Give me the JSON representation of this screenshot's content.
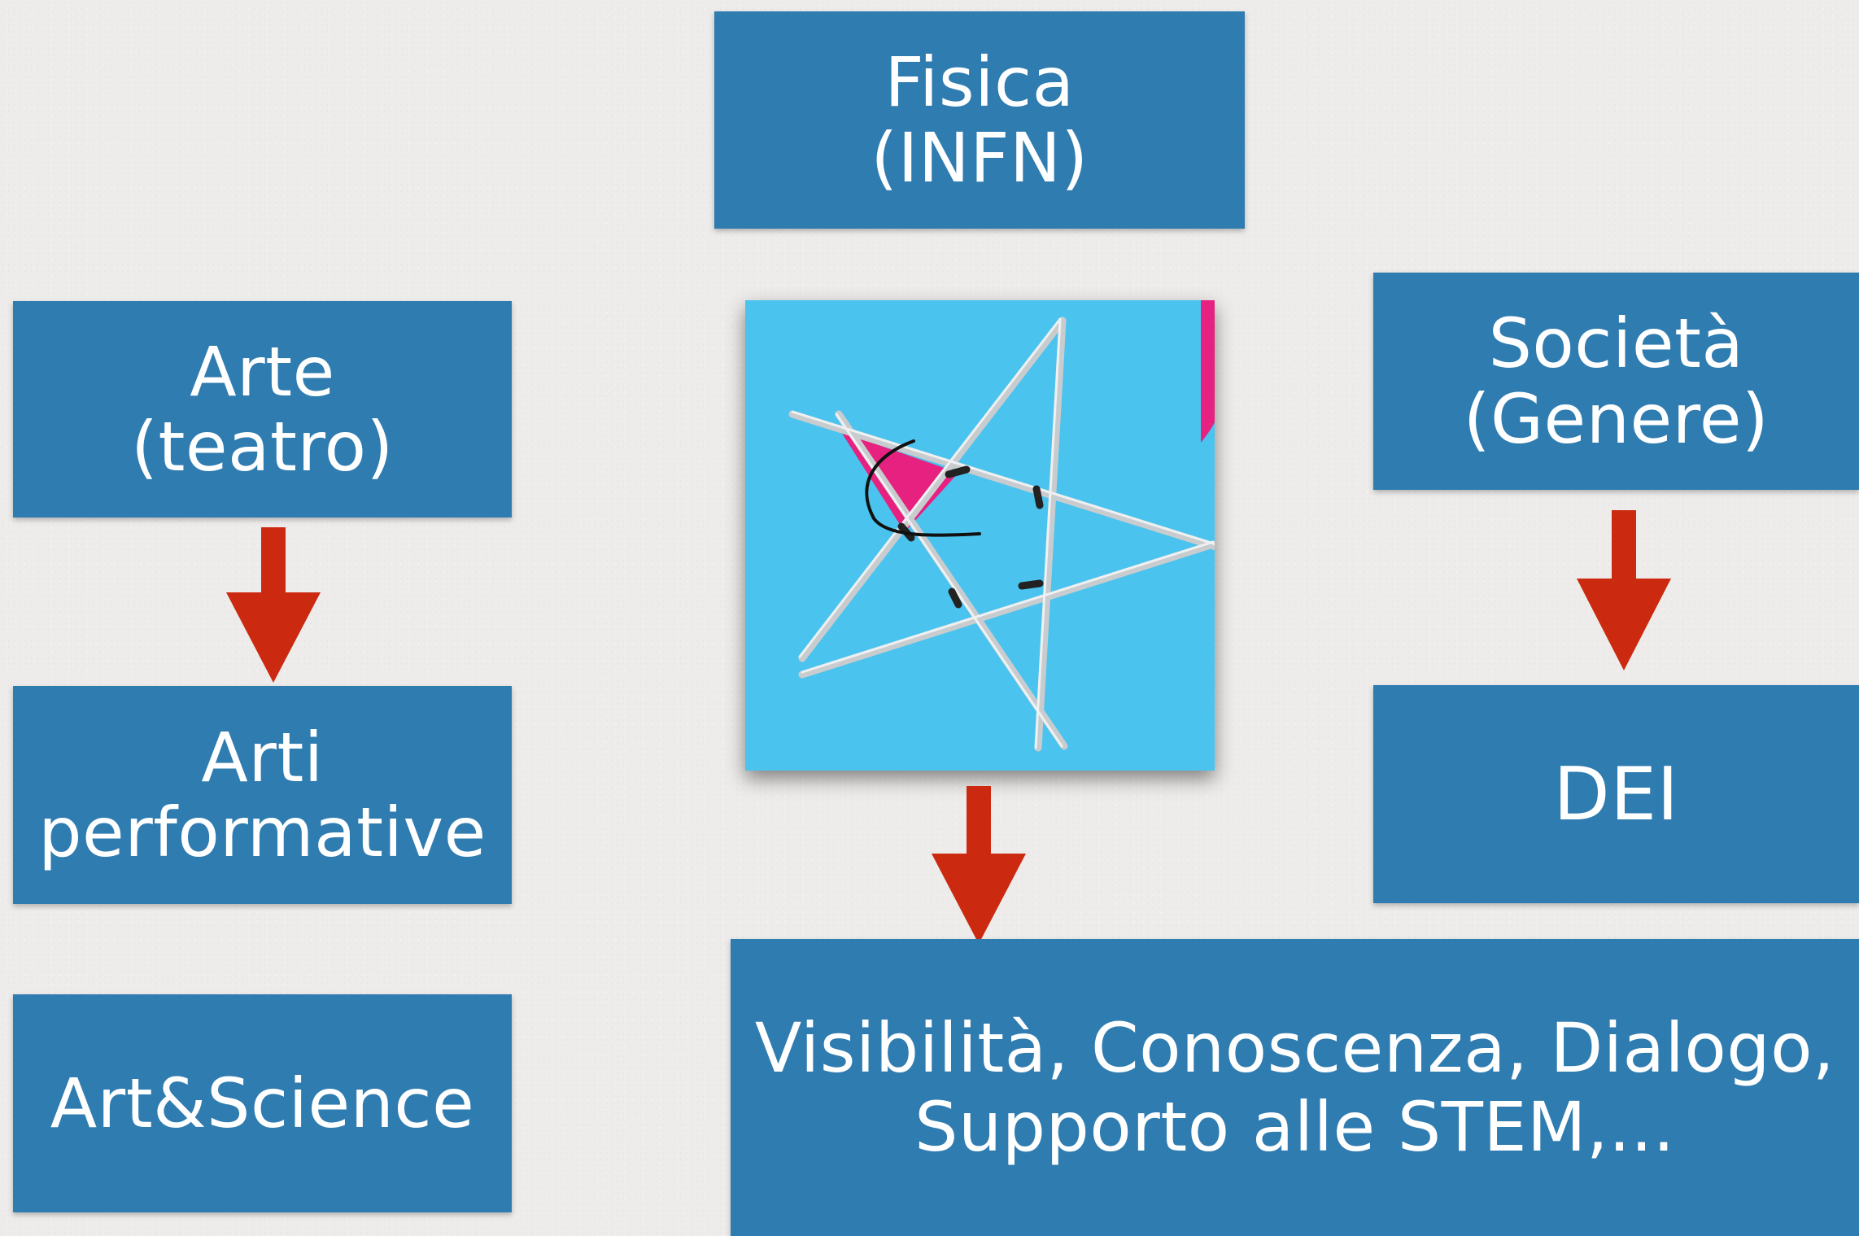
{
  "colors": {
    "box_fill": "#2f7cb0",
    "box_text": "#ffffff",
    "arrow": "#cc2a10",
    "photo_background": "#4bc3ef",
    "photo_accent": "#e6217f"
  },
  "nodes": {
    "physics": {
      "lines": [
        "Fisica",
        "(INFN)"
      ]
    },
    "art": {
      "lines": [
        "Arte",
        "(teatro)"
      ]
    },
    "performing_arts": {
      "lines": [
        "Arti",
        "performative"
      ]
    },
    "art_science": {
      "lines": [
        "Art&Science"
      ]
    },
    "society": {
      "lines": [
        "Società",
        "(Genere)"
      ]
    },
    "dei": {
      "lines": [
        "DEI"
      ]
    },
    "outcomes": {
      "lines": [
        "Visibilità, Conoscenza, Dialogo,",
        "Supporto alle STEM,..."
      ]
    }
  },
  "center_image": {
    "icon": "star-of-sticks-photo"
  }
}
